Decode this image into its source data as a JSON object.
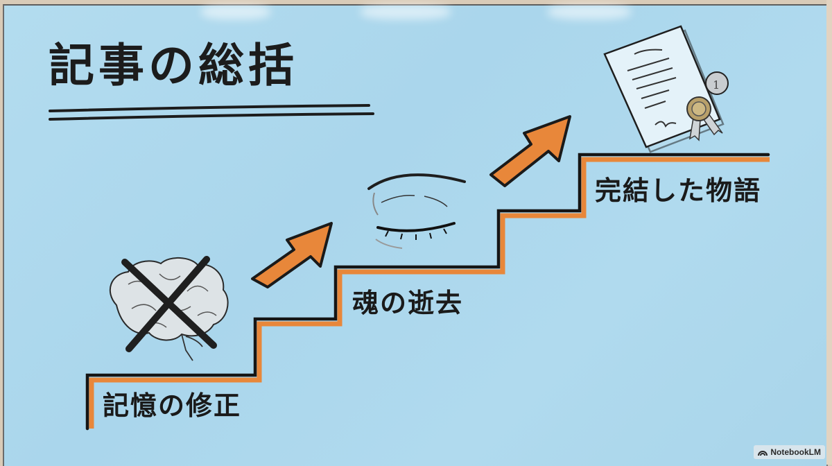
{
  "title": "記事の総括",
  "steps": [
    {
      "label": "記憶の修正",
      "icon": "crossed-out-brain-icon"
    },
    {
      "label": "魂の逝去",
      "icon": "closed-eye-icon"
    },
    {
      "label": "完結した物語",
      "icon": "certificate-with-seal-icon"
    }
  ],
  "arrows": [
    {
      "from": "記憶の修正",
      "to": "魂の逝去"
    },
    {
      "from": "魂の逝去",
      "to": "完結した物語"
    }
  ],
  "colors": {
    "board": "#aad6ec",
    "ink": "#1c1c1c",
    "accent_orange": "#e8873a",
    "seal_gold": "#b8a06a"
  },
  "watermark": {
    "label": "NotebookLM",
    "icon": "notebooklm-logo-icon"
  }
}
